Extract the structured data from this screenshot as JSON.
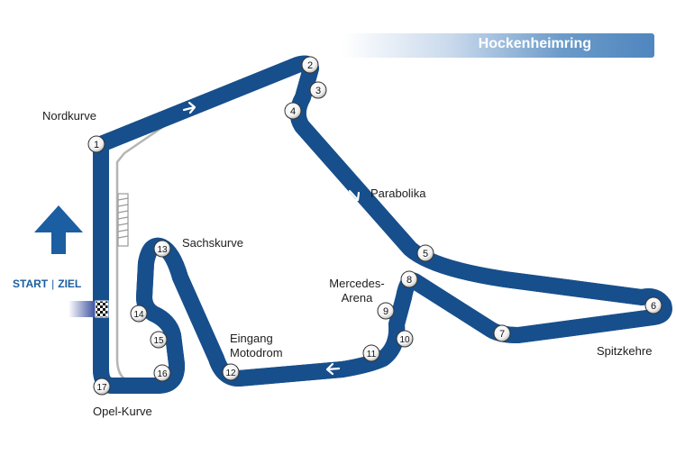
{
  "title": "Hockenheimring",
  "labels": {
    "nordkurve": "Nordkurve",
    "parabolika": "Parabolika",
    "sachskurve": "Sachskurve",
    "mercedes_arena_line1": "Mercedes-",
    "mercedes_arena_line2": "Arena",
    "eingang_line1": "Eingang",
    "eingang_line2": "Motodrom",
    "spitzkehre": "Spitzkehre",
    "opel_kurve": "Opel-Kurve"
  },
  "start_ziel": {
    "start": "START",
    "separator": "|",
    "ziel": "ZIEL"
  },
  "turns": [
    "1",
    "2",
    "3",
    "4",
    "5",
    "6",
    "7",
    "8",
    "9",
    "10",
    "11",
    "12",
    "13",
    "14",
    "15",
    "16",
    "17"
  ],
  "colors": {
    "track": "#1f5c9c",
    "track_edge": "#2e74b9",
    "old_track": "#b5b5b5",
    "arrow": "#1b5ea2",
    "brand_text": "#1b5ea2"
  },
  "icons": {
    "direction_arrow": "direction-arrow-icon",
    "start_arrow": "up-arrow-icon",
    "start_flag": "checkered-flag-icon"
  }
}
